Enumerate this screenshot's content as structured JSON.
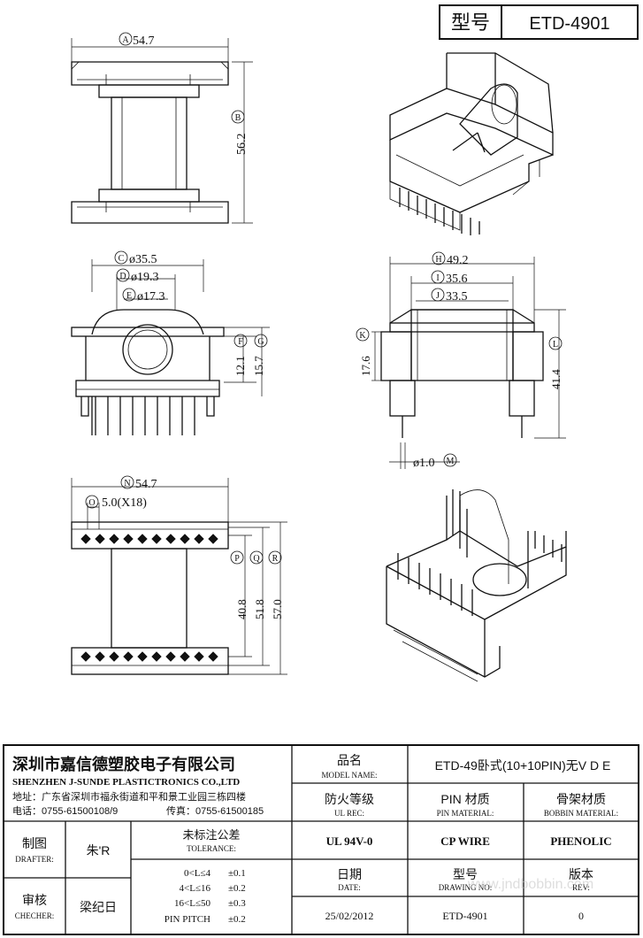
{
  "header": {
    "type_label": "型号",
    "type_value": "ETD-4901"
  },
  "dims": {
    "A": "54.7",
    "B": "56.2",
    "C": "ø35.5",
    "D": "ø19.3",
    "E": "ø17.3",
    "F": "12.1",
    "G": "15.7",
    "H": "49.2",
    "I": "35.6",
    "J": "33.5",
    "K": "17.6",
    "L": "41.4",
    "M": "ø1.0",
    "N": "54.7",
    "O": "5.0(X18)",
    "P": "40.8",
    "Q": "51.8",
    "R": "57.0"
  },
  "company": {
    "name_cn": "深圳市嘉信德塑胶电子有限公司",
    "name_en": "SHENZHEN J-SUNDE PLASTICTRONICS CO.,LTD",
    "address": "地址：广东省深圳市福永街道和平和景工业园三栋四楼",
    "phone": "电话：0755-61500108/9",
    "fax": "传真：0755-61500185"
  },
  "fields": {
    "model_cn": "品名",
    "model_en": "MODEL NAME:",
    "model_value": "ETD-49卧式(10+10PIN)无V D E",
    "ul_cn": "防火等级",
    "ul_en": "UL REC:",
    "ul_value": "UL 94V-0",
    "pin_cn": "PIN 材质",
    "pin_en": "PIN MATERIAL:",
    "pin_value": "CP WIRE",
    "bobbin_cn": "骨架材质",
    "bobbin_en": "BOBBIN MATERIAL:",
    "bobbin_value": "PHENOLIC",
    "drafter_cn": "制图",
    "drafter_en": "DRAFTER:",
    "drafter_value": "朱'R",
    "checker_cn": "审核",
    "checker_en": "CHECHER:",
    "checker_value": "梁纪日",
    "tol_cn": "未标注公差",
    "tol_en": "TOLERANCE:",
    "tolerances": [
      {
        "range": "0<L≤4",
        "value": "±0.1"
      },
      {
        "range": "4<L≤16",
        "value": "±0.2"
      },
      {
        "range": "16<L≤50",
        "value": "±0.3"
      },
      {
        "range": "PIN PITCH",
        "value": "±0.2"
      }
    ],
    "date_cn": "日期",
    "date_en": "DATE:",
    "date_value": "25/02/2012",
    "drawing_cn": "型号",
    "drawing_en": "DRAWING NO:",
    "drawing_value": "ETD-4901",
    "rev_cn": "版本",
    "rev_en": "REV:",
    "rev_value": "0"
  },
  "watermark": "www.jndbobbin.com"
}
